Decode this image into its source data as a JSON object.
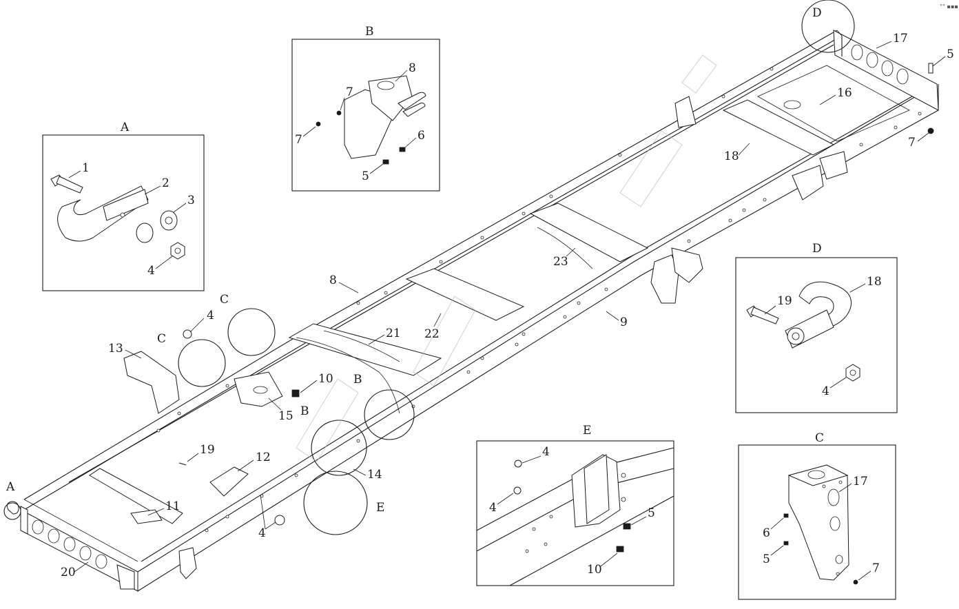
{
  "diagram": {
    "corner_mark": "°° ▪▪▪",
    "callouts": {
      "A": "A",
      "B": "B",
      "C": "C",
      "D": "D",
      "E": "E"
    },
    "main_labels": {
      "l4": "4",
      "l5": "5",
      "l7": "7",
      "l8": "8",
      "l9": "9",
      "l10": "10",
      "l11": "11",
      "l12": "12",
      "l13": "13",
      "l14": "14",
      "l15": "15",
      "l16": "16",
      "l17": "17",
      "l18": "18",
      "l19": "19",
      "l20": "20",
      "l21": "21",
      "l22": "22",
      "l23": "23"
    },
    "detail_a": {
      "title": "A",
      "labels": [
        "1",
        "2",
        "3",
        "4"
      ]
    },
    "detail_b": {
      "title": "B",
      "labels": [
        "8",
        "7",
        "7",
        "6",
        "5"
      ]
    },
    "detail_c": {
      "title": "C",
      "labels": [
        "17",
        "6",
        "5",
        "7"
      ]
    },
    "detail_d": {
      "title": "D",
      "labels": [
        "18",
        "19",
        "4"
      ]
    },
    "detail_e": {
      "title": "E",
      "labels": [
        "4",
        "4",
        "5",
        "10"
      ]
    }
  }
}
